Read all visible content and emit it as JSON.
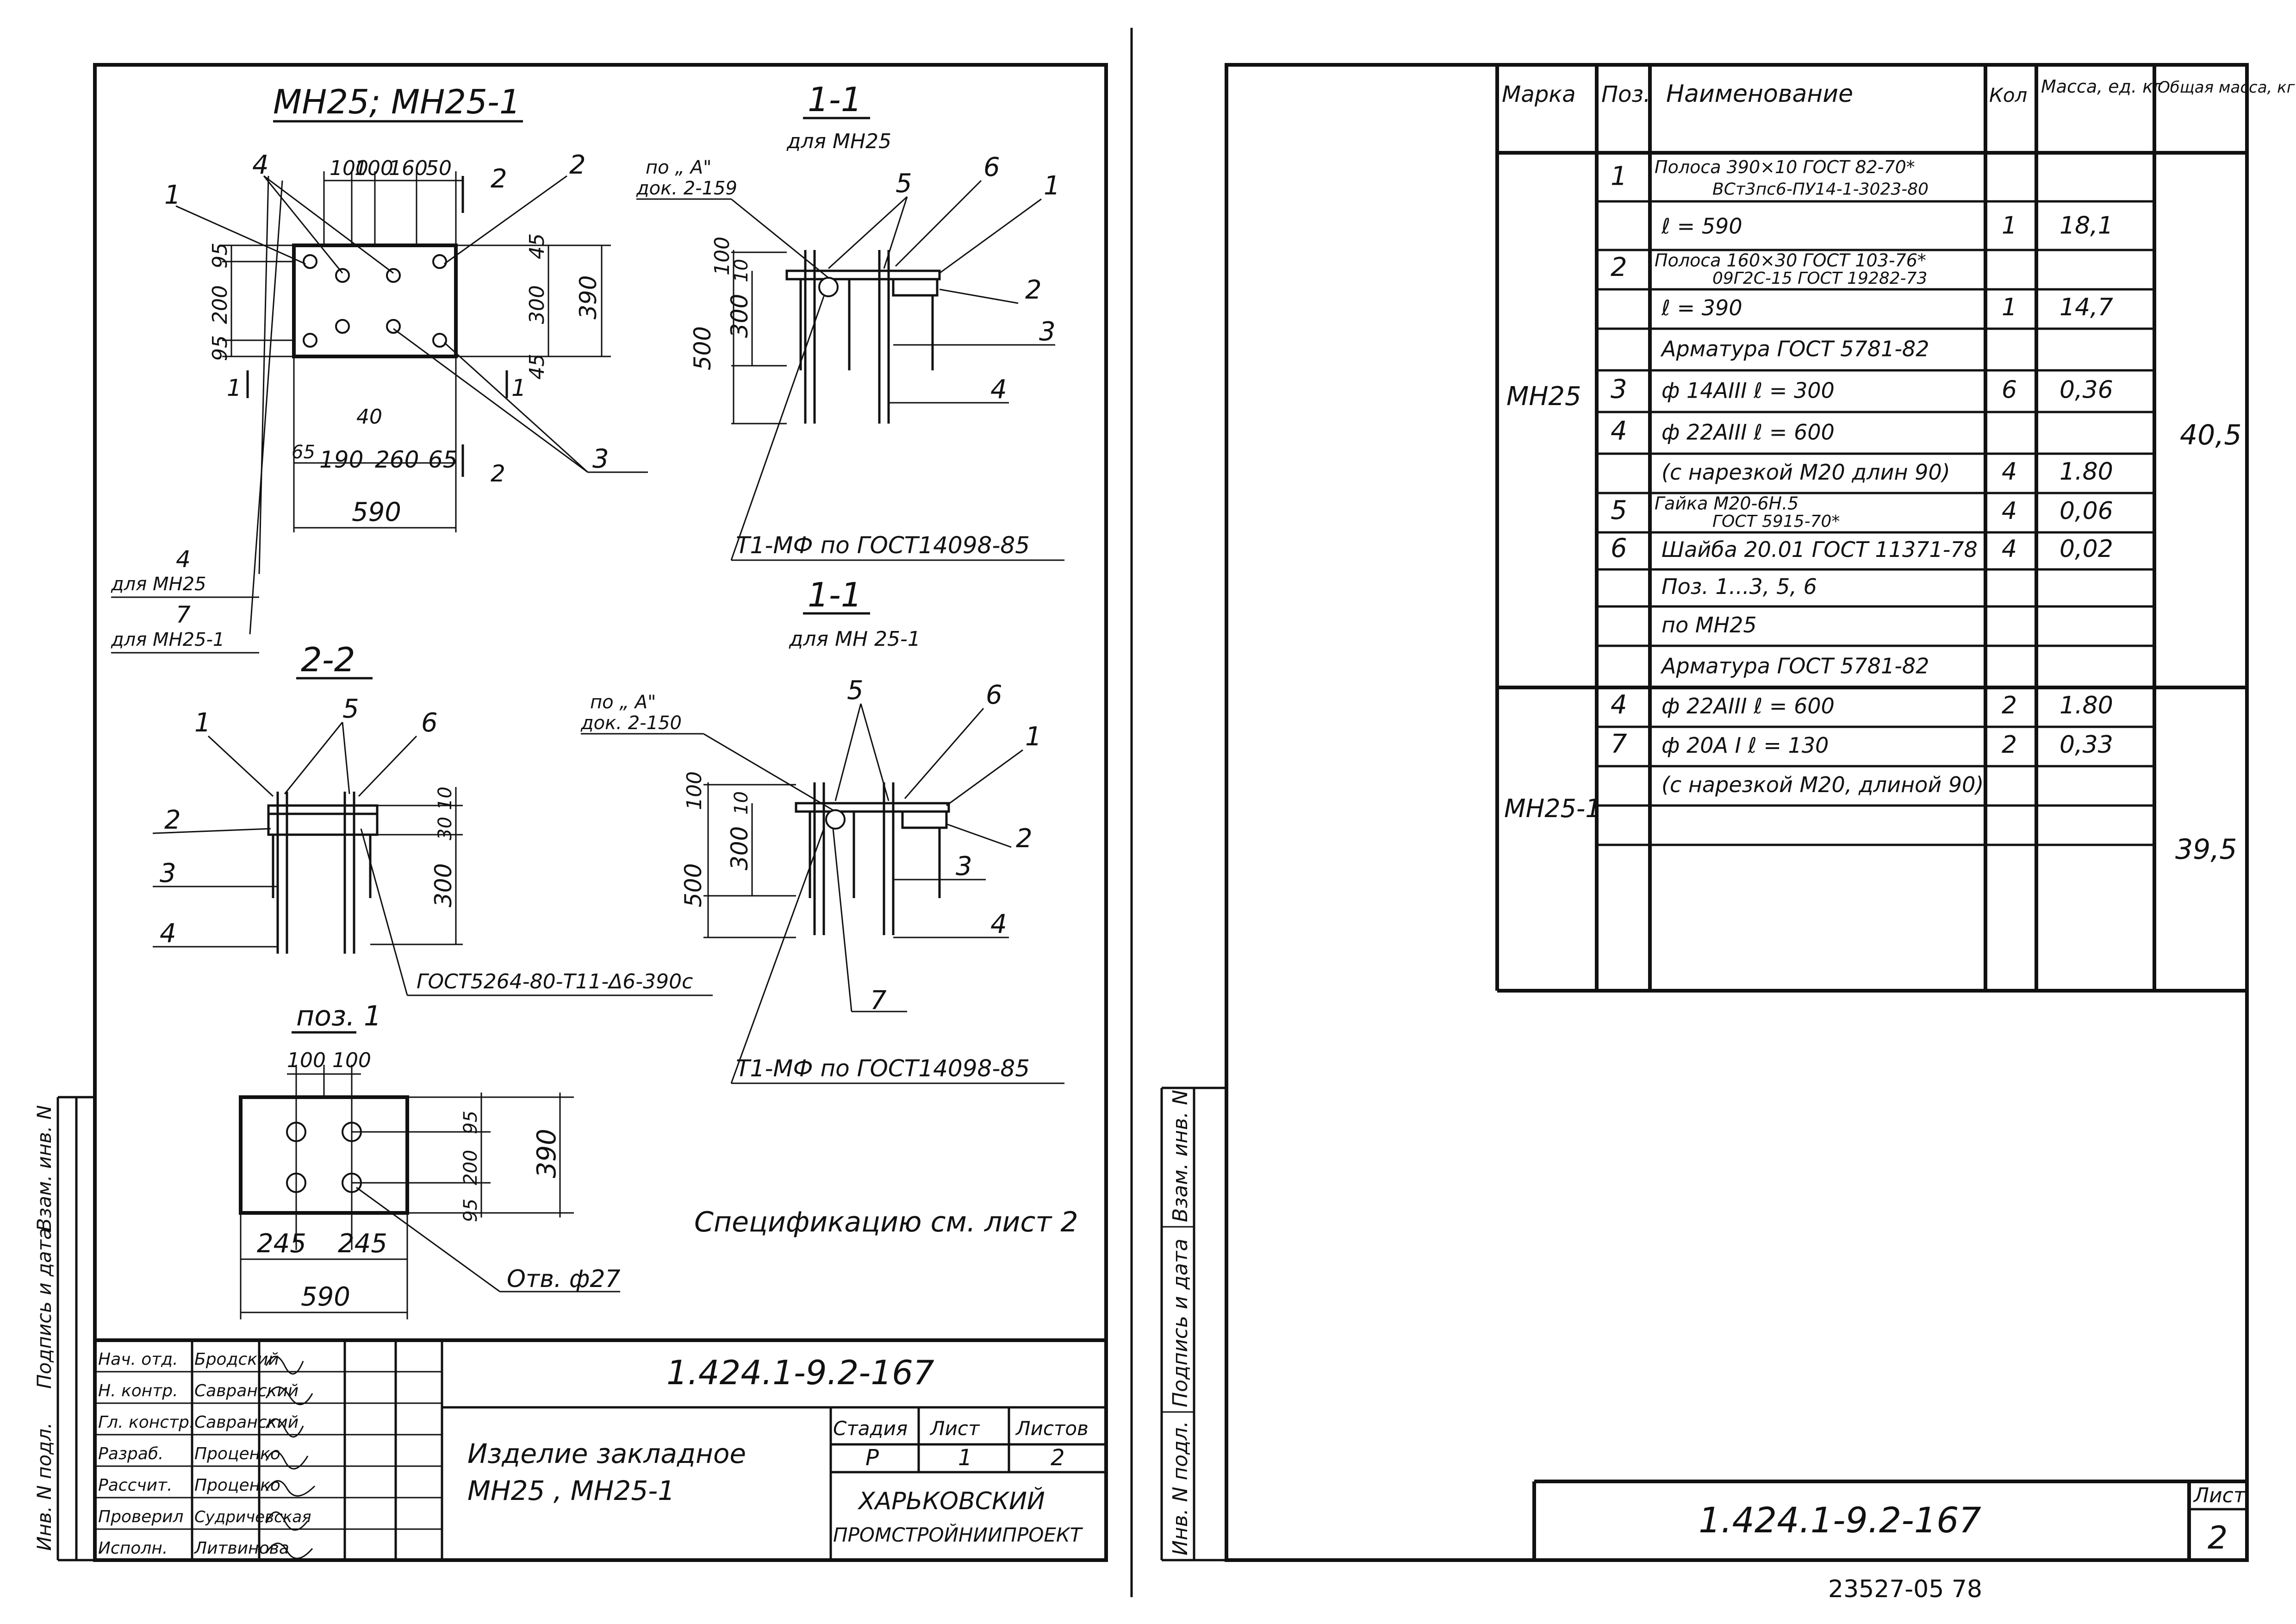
{
  "left_sheet": {
    "main_title": "МН25; МН25-1",
    "plan_dims_top": [
      "100",
      "100",
      "160",
      "50"
    ],
    "plan_dims_left": [
      "95",
      "200",
      "95"
    ],
    "plan_dims_right": [
      "45",
      "300",
      "45"
    ],
    "plan_dim_right_total": "390",
    "plan_dims_bottom": [
      "65",
      "190",
      "260",
      "65"
    ],
    "plan_dim_40": "40",
    "plan_dim_total": "590",
    "plan_callouts": [
      "1",
      "4",
      "2",
      "2",
      "3",
      "1",
      "1",
      "2"
    ],
    "plan_note": [
      {
        "num": "4",
        "text": "для МН25"
      },
      {
        "num": "7",
        "text": "для МН25-1"
      }
    ],
    "section_a": {
      "title": "1-1",
      "subtitle": "для МН25",
      "ref_line1": "по „ А\"",
      "ref_line2": "док. 2-159",
      "callouts": [
        "5",
        "6",
        "1",
        "2",
        "3",
        "4"
      ],
      "dims": [
        "100",
        "10",
        "300",
        "500"
      ],
      "weld_note": "Т1-МФ по ГОСТ14098-85"
    },
    "section_b": {
      "title": "1-1",
      "subtitle": "для МН 25-1",
      "ref_line1": "по „ А\"",
      "ref_line2": "док. 2-150",
      "callouts": [
        "5",
        "6",
        "1",
        "2",
        "3",
        "4",
        "7"
      ],
      "dims": [
        "100",
        "10",
        "300",
        "500"
      ],
      "weld_note": "Т1-МФ по ГОСТ14098-85"
    },
    "section_22": {
      "title": "2-2",
      "callouts": [
        "1",
        "5",
        "6",
        "2",
        "3",
        "4"
      ],
      "dims": [
        "10",
        "30",
        "300"
      ],
      "weld_note": "ГОСТ5264-80-Т11-Δ6-390с"
    },
    "pos1": {
      "title": "поз. 1",
      "dims_top": [
        "100",
        "100"
      ],
      "dims_right": [
        "95",
        "200",
        "95"
      ],
      "dim_right_total": "390",
      "dims_bottom": [
        "245",
        "245"
      ],
      "dim_total": "590",
      "hole_note": "Отв. ф27"
    },
    "spec_note": "Спецификацию см. лист 2",
    "side_stamp": [
      "Инв. N подл.",
      "Подпись и дата",
      "Взам. инв. N"
    ],
    "title_block": {
      "doc_code": "1.424.1-9.2-167",
      "product": [
        "Изделие закладное",
        "МН25 , МН25-1"
      ],
      "stage_labels": [
        "Стадия",
        "Лист",
        "Листов"
      ],
      "stage_values": [
        "Р",
        "1",
        "2"
      ],
      "org": [
        "ХАРЬКОВСКИЙ",
        "ПРОМСТРОЙНИИПРОЕКТ"
      ],
      "staff": [
        {
          "role": "Нач. отд.",
          "name": "Бродский"
        },
        {
          "role": "Н. контр.",
          "name": "Савранский"
        },
        {
          "role": "Гл. констр.",
          "name": "Савранский"
        },
        {
          "role": "Разраб.",
          "name": "Проценко"
        },
        {
          "role": "Рассчит.",
          "name": "Проценко"
        },
        {
          "role": "Проверил",
          "name": "Судричевская"
        },
        {
          "role": "Исполн.",
          "name": "Литвинова"
        }
      ]
    }
  },
  "right_sheet": {
    "headers": [
      "Марка",
      "Поз.",
      "Наименование",
      "Кол",
      "Масса, ед. кг",
      "Общая масса, кг"
    ],
    "groups": [
      {
        "mark": "МН25",
        "total": "40,5"
      },
      {
        "mark": "МН25-1",
        "total": "39,5"
      }
    ],
    "rows": [
      {
        "pos": "1",
        "name": "Полоса 390×10 ГОСТ 82-70*",
        "name2": "ВСт3пс6-ПУ14-1-3023-80",
        "qty": "",
        "mass": ""
      },
      {
        "pos": "",
        "name": "ℓ = 590",
        "name2": "",
        "qty": "1",
        "mass": "18,1"
      },
      {
        "pos": "2",
        "name": "Полоса 160×30 ГОСТ 103-76*",
        "name2": "09Г2С-15 ГОСТ 19282-73",
        "qty": "",
        "mass": ""
      },
      {
        "pos": "",
        "name": "ℓ = 390",
        "name2": "",
        "qty": "1",
        "mass": "14,7"
      },
      {
        "pos": "",
        "name": "Арматура ГОСТ 5781-82",
        "name2": "",
        "qty": "",
        "mass": ""
      },
      {
        "pos": "3",
        "name": "ф 14АIII ℓ = 300",
        "name2": "",
        "qty": "6",
        "mass": "0,36"
      },
      {
        "pos": "4",
        "name": "ф 22АIII ℓ = 600",
        "name2": "",
        "qty": "",
        "mass": ""
      },
      {
        "pos": "",
        "name": "(с нарезкой М20 длин 90)",
        "name2": "",
        "qty": "4",
        "mass": "1.80"
      },
      {
        "pos": "5",
        "name": "Гайка М20-6Н.5",
        "name2": "ГОСТ 5915-70*",
        "qty": "4",
        "mass": "0,06"
      },
      {
        "pos": "6",
        "name": "Шайба 20.01 ГОСТ 11371-78",
        "name2": "",
        "qty": "4",
        "mass": "0,02"
      },
      {
        "pos": "",
        "name": "Поз. 1...3, 5, 6",
        "name2": "",
        "qty": "",
        "mass": ""
      },
      {
        "pos": "",
        "name": "по МН25",
        "name2": "",
        "qty": "",
        "mass": ""
      },
      {
        "pos": "",
        "name": "Арматура ГОСТ 5781-82",
        "name2": "",
        "qty": "",
        "mass": ""
      },
      {
        "pos": "4",
        "name": "ф 22АIII ℓ = 600",
        "name2": "",
        "qty": "2",
        "mass": "1.80"
      },
      {
        "pos": "7",
        "name": "ф 20А I ℓ = 130",
        "name2": "",
        "qty": "2",
        "mass": "0,33"
      },
      {
        "pos": "",
        "name": "(с нарезкой М20, длиной 90)",
        "name2": "",
        "qty": "",
        "mass": ""
      },
      {
        "pos": "",
        "name": "",
        "name2": "",
        "qty": "",
        "mass": ""
      }
    ],
    "side_stamp": [
      "Инв. N подл.",
      "Подпись и дата",
      "Взам. инв. N"
    ],
    "doc_code": "1.424.1-9.2-167",
    "sheet_label": "Лист",
    "sheet_number": "2"
  },
  "footer_number": "23527-05  78"
}
